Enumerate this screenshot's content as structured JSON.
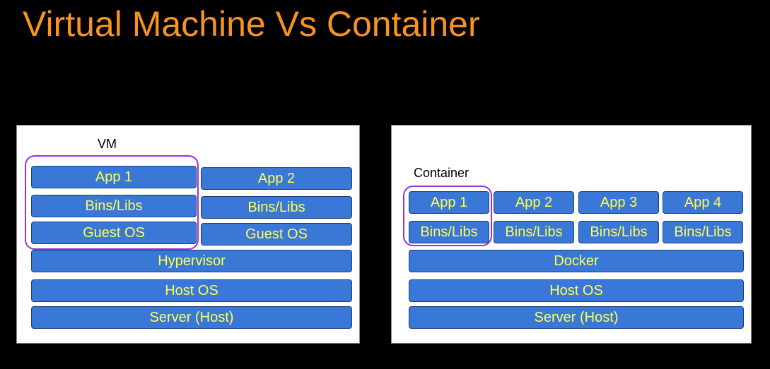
{
  "title": "Virtual Machine Vs Container",
  "colors": {
    "title": "#f7931e",
    "block_fill": "#3a78d8",
    "block_text": "#ffff4d",
    "highlight": "#9b30d9",
    "panel": "#ffffff",
    "background": "#000000"
  },
  "vm": {
    "label": "VM",
    "apps": [
      {
        "app": "App 1",
        "libs": "Bins/Libs",
        "os": "Guest OS"
      },
      {
        "app": "App 2",
        "libs": "Bins/Libs",
        "os": "Guest OS"
      }
    ],
    "hypervisor": "Hypervisor",
    "host_os": "Host OS",
    "server": "Server (Host)"
  },
  "container": {
    "label": "Container",
    "apps": [
      {
        "app": "App 1",
        "libs": "Bins/Libs"
      },
      {
        "app": "App 2",
        "libs": "Bins/Libs"
      },
      {
        "app": "App 3",
        "libs": "Bins/Libs"
      },
      {
        "app": "App 4",
        "libs": "Bins/Libs"
      }
    ],
    "engine": "Docker",
    "host_os": "Host OS",
    "server": "Server (Host)"
  }
}
